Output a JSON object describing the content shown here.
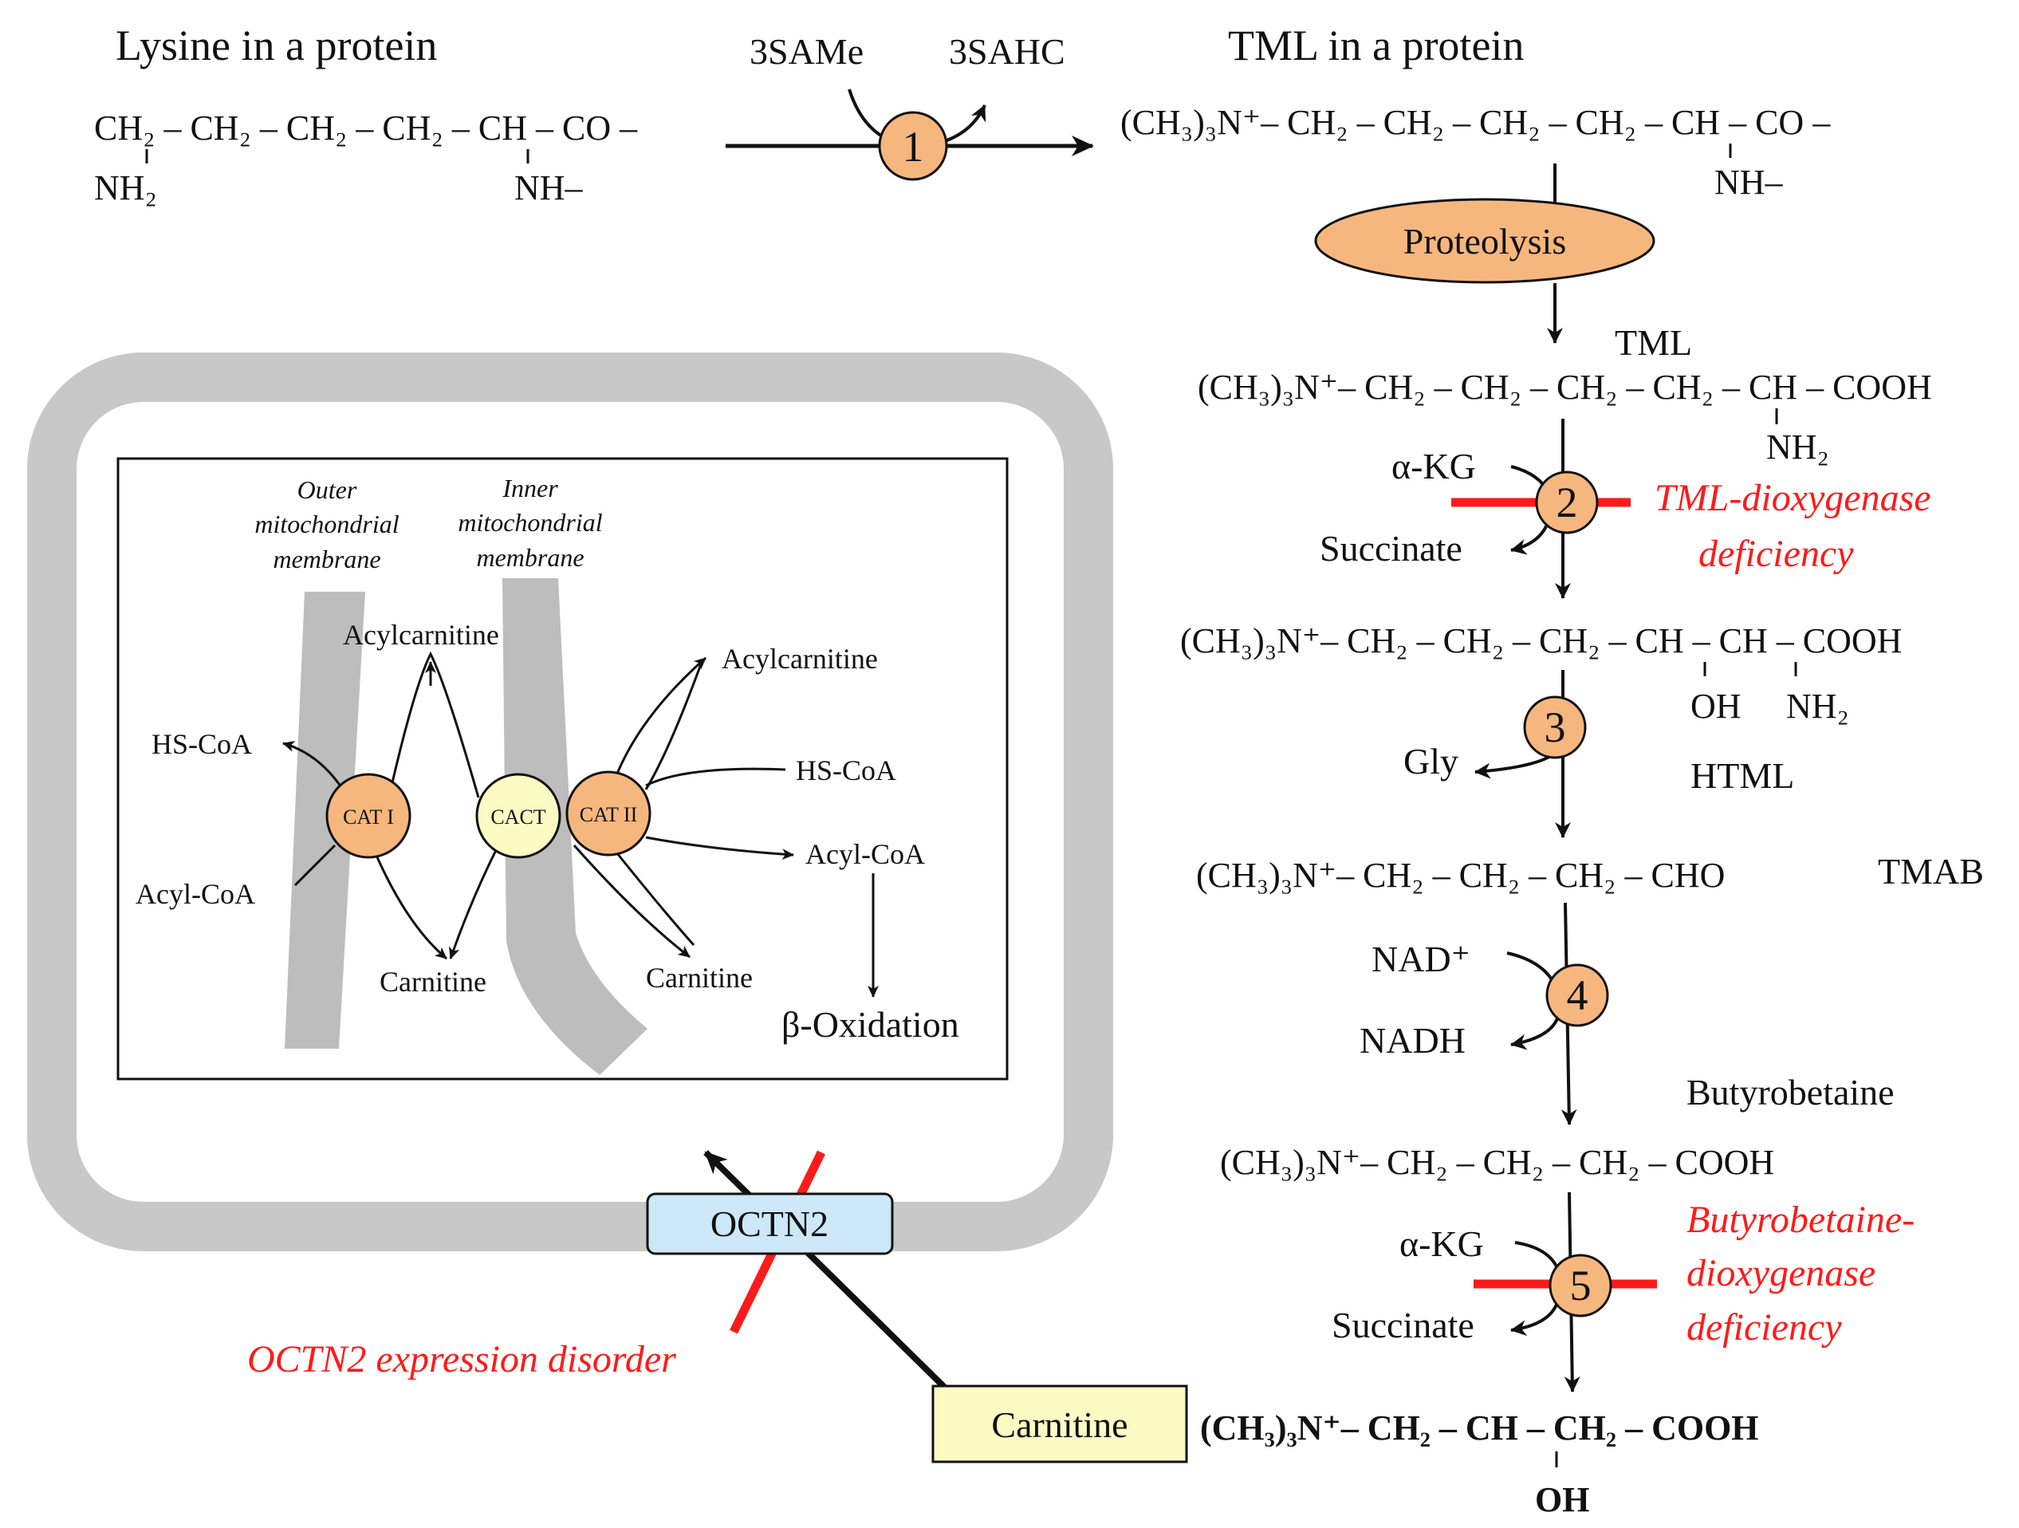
{
  "diagram": {
    "top": {
      "lysine_title": "Lysine in a protein",
      "lysine_chain": "CH₂ – CH₂ – CH₂ – CH₂ – CH – CO –",
      "lysine_nh2": "NH₂",
      "lysine_nh": "NH–",
      "samE": "3SAMe",
      "sahc": "3SAHC",
      "tml_protein_title": "TML in a protein",
      "tml_protein_chain": "(CH₃)₃N⁺– CH₂ – CH₂ – CH₂ – CH₂ – CH – CO –",
      "tml_protein_nh": "NH–"
    },
    "steps": {
      "s1": "1",
      "s2": "2",
      "s3": "3",
      "s4": "4",
      "s5": "5"
    },
    "proteolysis": "Proteolysis",
    "pathway": {
      "tml_label": "TML",
      "tml_chain": "(CH₃)₃N⁺– CH₂ – CH₂ – CH₂ – CH₂ – CH – COOH",
      "tml_nh2": "NH₂",
      "akg1": "α-KG",
      "succinate1": "Succinate",
      "deficiency2_line1": "TML-dioxygenase",
      "deficiency2_line2": "deficiency",
      "html_chain": "(CH₃)₃N⁺– CH₂ – CH₂ – CH₂ – CH – CH – COOH",
      "html_oh": "OH",
      "html_nh2": "NH₂",
      "gly": "Gly",
      "html_label": "HTML",
      "tmab_chain": "(CH₃)₃N⁺– CH₂ – CH₂ – CH₂ – CHO",
      "tmab_label": "TMAB",
      "nad": "NAD⁺",
      "nadh": "NADH",
      "butyro_label": "Butyrobetaine",
      "butyro_chain": "(CH₃)₃N⁺– CH₂ – CH₂ – CH₂ – COOH",
      "akg2": "α-KG",
      "succinate2": "Succinate",
      "deficiency5_line1": "Butyrobetaine-",
      "deficiency5_line2": "dioxygenase",
      "deficiency5_line3": "deficiency",
      "carnitine_chain": "(CH₃)₃N⁺– CH₂ – CH – CH₂ – COOH",
      "carnitine_oh": "OH"
    },
    "transport": {
      "carnitine_box": "Carnitine",
      "octn2": "OCTN2",
      "octn2_disorder": "OCTN2 expression disorder"
    },
    "mito": {
      "outer_line1": "Outer",
      "outer_line2": "mitochondrial",
      "outer_line3": "membrane",
      "inner_line1": "Inner",
      "inner_line2": "mitochondrial",
      "inner_line3": "membrane",
      "acylcarnitine_a": "Acylcarnitine",
      "acylcarnitine_b": "Acylcarnitine",
      "hscoa_a": "HS-CoA",
      "hscoa_b": "HS-CoA",
      "acylcoa_a": "Acyl-CoA",
      "acylcoa_b": "Acyl-CoA",
      "carnitine_a": "Carnitine",
      "carnitine_b": "Carnitine",
      "cat1": "CAT I",
      "cact": "CACT",
      "cat2": "CAT II",
      "beta_ox": "β-Oxidation"
    },
    "colors": {
      "enzyme_fill": "#f6b77e",
      "cact_fill": "#fdfbc4",
      "octn2_fill": "#cde8f8",
      "carnitine_fill": "#fdfbc4",
      "deficiency_red": "#ff1a1a",
      "membrane_gray": "#bdbdbd",
      "cell_gray": "#c8c8c8"
    }
  }
}
